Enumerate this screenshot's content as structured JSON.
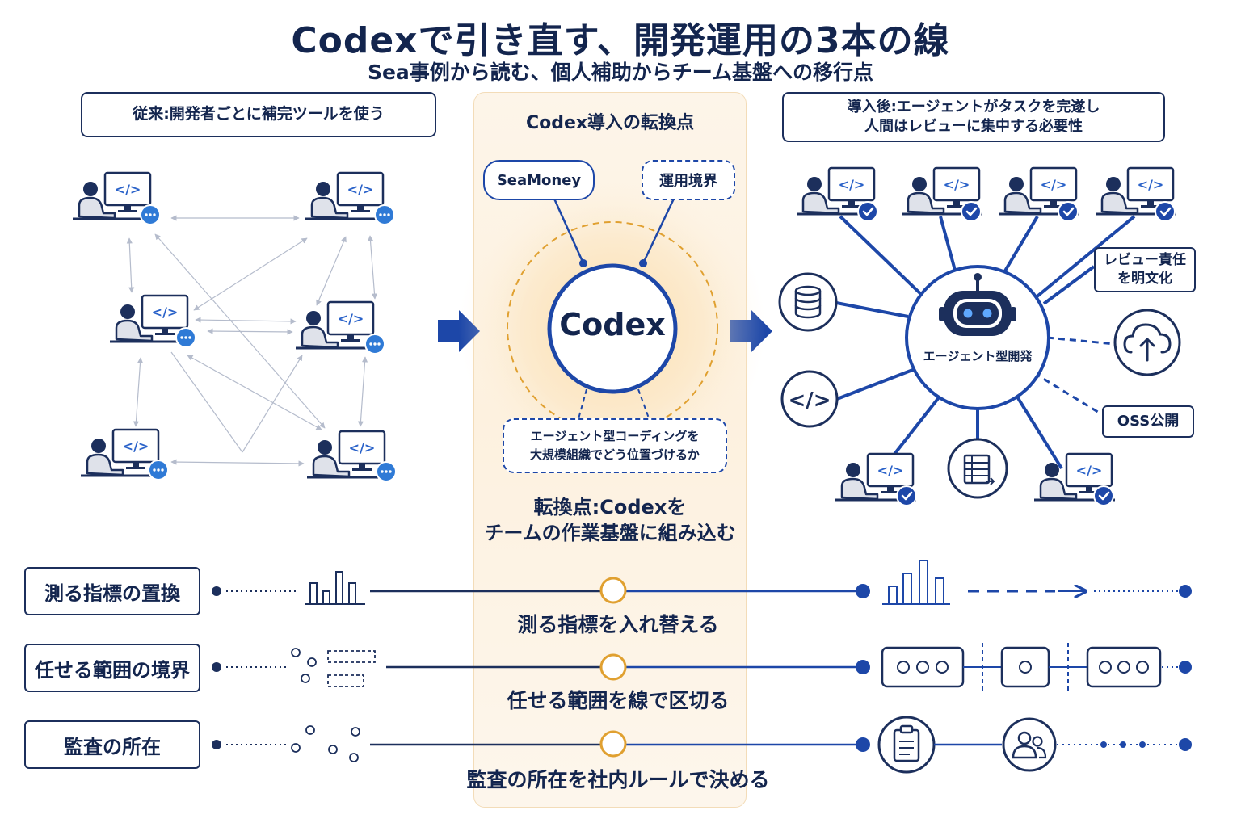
{
  "title": "Codexで引き直す、開発運用の3本の線",
  "subtitle": "Sea事例から読む、個人補助からチーム基盤への移行点",
  "left_panel": {
    "header": "従来:開発者ごとに補完ツールを使う"
  },
  "center_panel": {
    "header": "Codex導入の転換点",
    "pill_left": "SeaMoney",
    "pill_right": "運用境界",
    "core_label": "Codex",
    "note_line1": "エージェント型コーディングを",
    "note_line2": "大規模組織でどう位置づけるか",
    "pivot_line1": "転換点:Codexを",
    "pivot_line2": "チームの作業基盤に組み込む"
  },
  "right_panel": {
    "header_line1": "導入後:エージェントがタスクを完遂し",
    "header_line2": "人間はレビューに集中する必要性",
    "hub_label": "エージェント型開発",
    "review_line1": "レビュー責任",
    "review_line2": "を明文化",
    "oss_label": "OSS公開"
  },
  "rows": [
    {
      "label": "測る指標の置換",
      "caption": "測る指標を入れ替える"
    },
    {
      "label": "任せる範囲の境界",
      "caption": "任せる範囲を線で区切る"
    },
    {
      "label": "監査の所在",
      "caption": "監査の所在を社内ルールで決める"
    }
  ],
  "icons": {
    "developer": "developer-at-computer-icon",
    "chat": "chat-bubble-icon",
    "check": "check-badge-icon",
    "robot": "robot-icon",
    "database": "database-icon",
    "code": "code-icon",
    "cloud": "cloud-upload-icon",
    "list": "task-list-icon",
    "clipboard": "clipboard-icon",
    "users": "users-icon",
    "arrow": "right-arrow-icon"
  },
  "colors": {
    "navy": "#13254e",
    "blue": "#1d47a8",
    "accent": "#2f7ad6",
    "orange": "#e0a030",
    "panel": "#fdf3e3"
  }
}
